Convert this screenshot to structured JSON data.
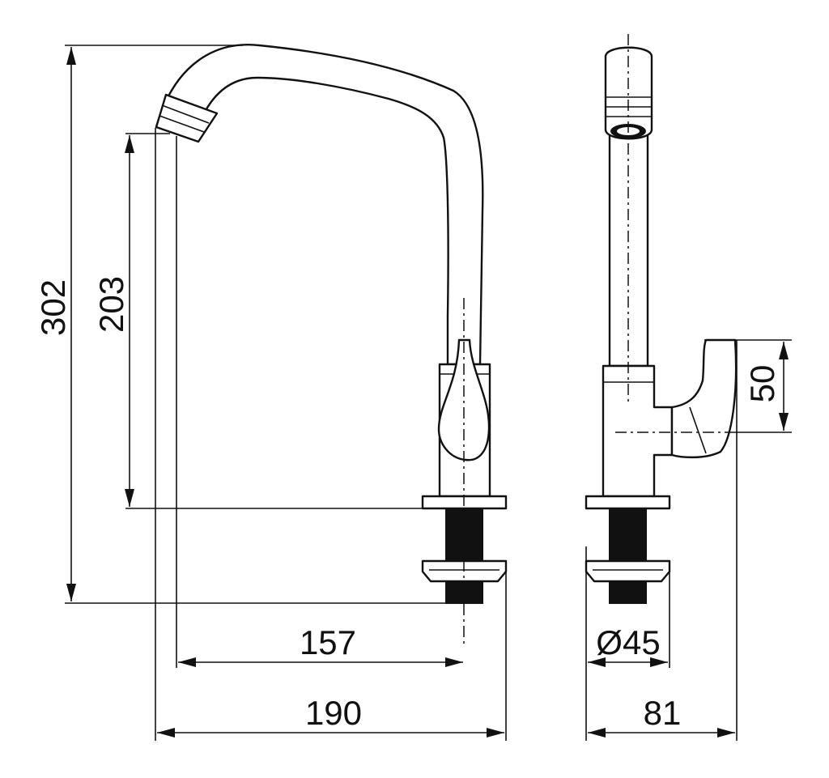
{
  "dimensions": {
    "total_height": "302",
    "spout_height": "203",
    "spout_reach": "157",
    "total_width": "190",
    "base_diameter": "Ø45",
    "depth": "81",
    "handle_height": "50"
  }
}
